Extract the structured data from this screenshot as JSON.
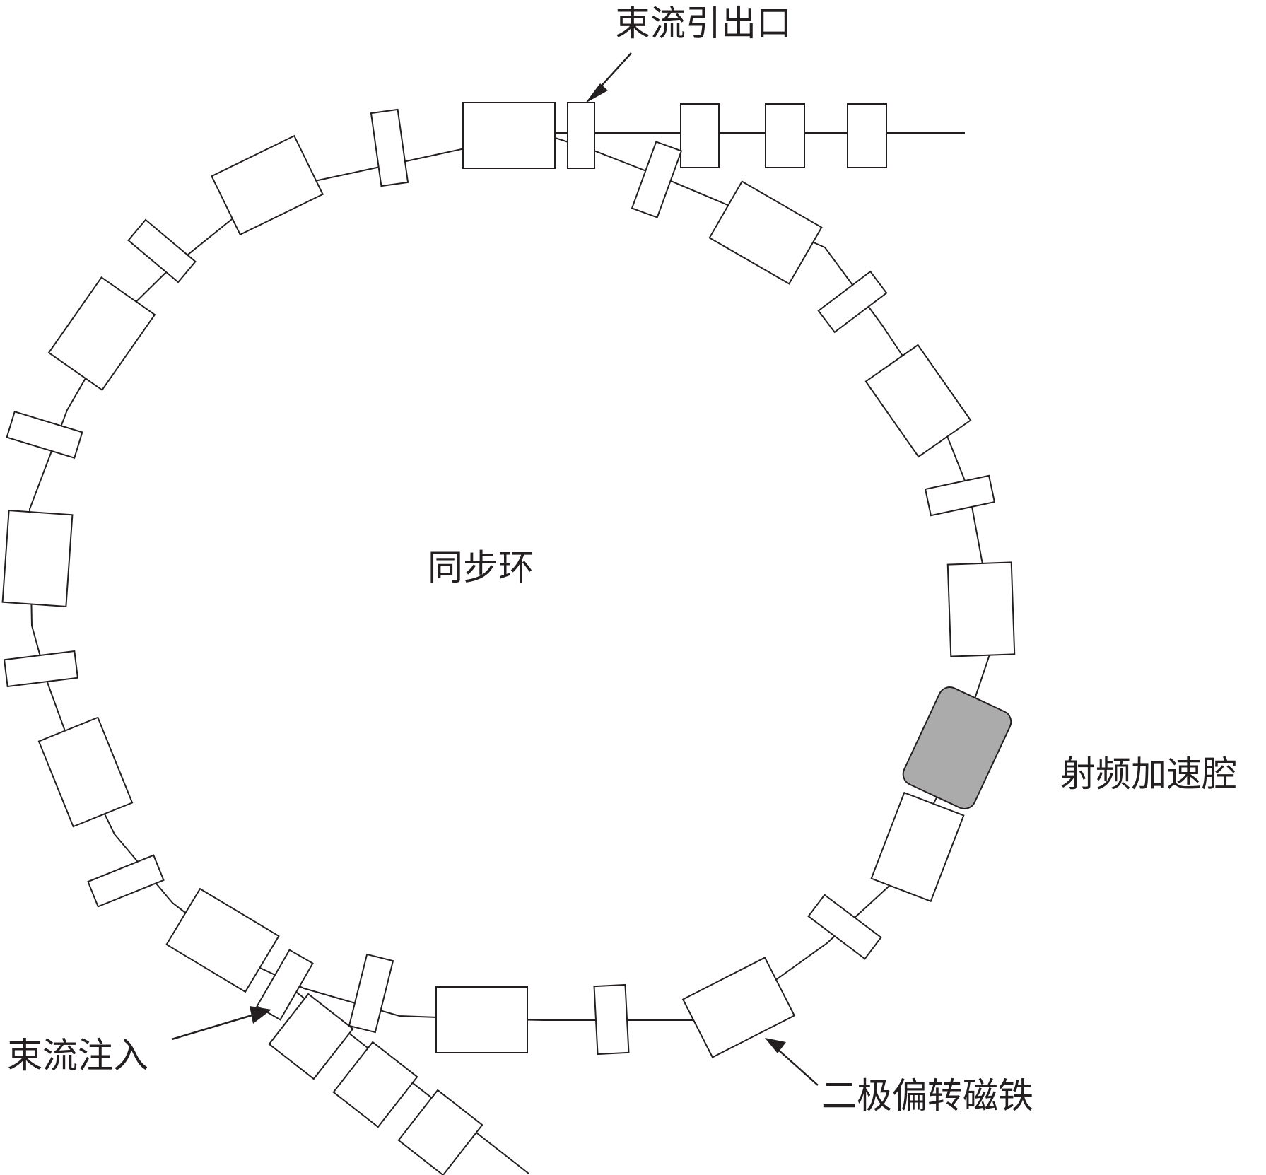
{
  "labels": {
    "ring": "同步环",
    "extraction": "束流引出口",
    "injection": "束流注入",
    "rf_cavity": "射频加速腔",
    "dipole": "二极偏转磁铁"
  },
  "colors": {
    "stroke": "#231f20",
    "magnet_fill": "#ffffff",
    "rf_cavity_fill": "#ababab",
    "background": "#ffffff"
  }
}
